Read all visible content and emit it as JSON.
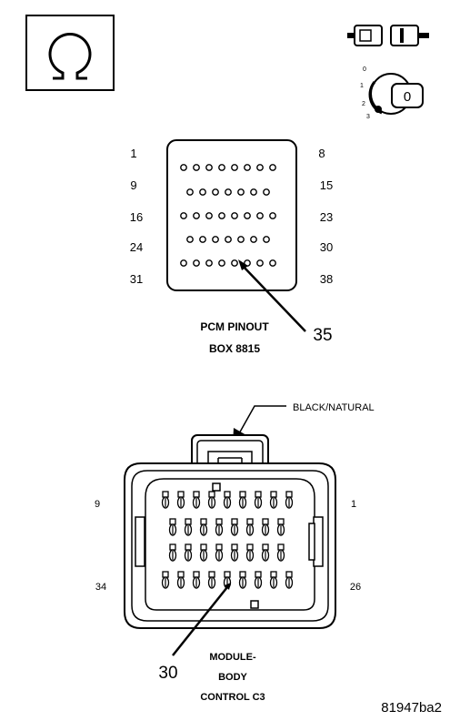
{
  "pcm": {
    "pins_left": [
      "1",
      "9",
      "16",
      "24",
      "31"
    ],
    "pins_right": [
      "8",
      "15",
      "23",
      "30",
      "38"
    ],
    "pointer_pin": "35",
    "title_line1": "PCM PINOUT",
    "title_line2": "BOX 8815"
  },
  "bcm": {
    "wire_label": "BLACK/NATURAL",
    "pin_left_top": "9",
    "pin_left_bottom": "34",
    "pin_right_top": "1",
    "pin_right_bottom": "26",
    "pointer_pin": "30",
    "title_line1": "MODULE-",
    "title_line2": "BODY",
    "title_line3": "CONTROL C3"
  },
  "figure_id": "81947ba2",
  "icons": [
    "ohmmeter-icon",
    "connector-disconnected-icon",
    "ignition-key-off-icon"
  ],
  "ignition_positions": [
    "3",
    "2",
    "1",
    "0"
  ],
  "ignition_key_label": "0"
}
